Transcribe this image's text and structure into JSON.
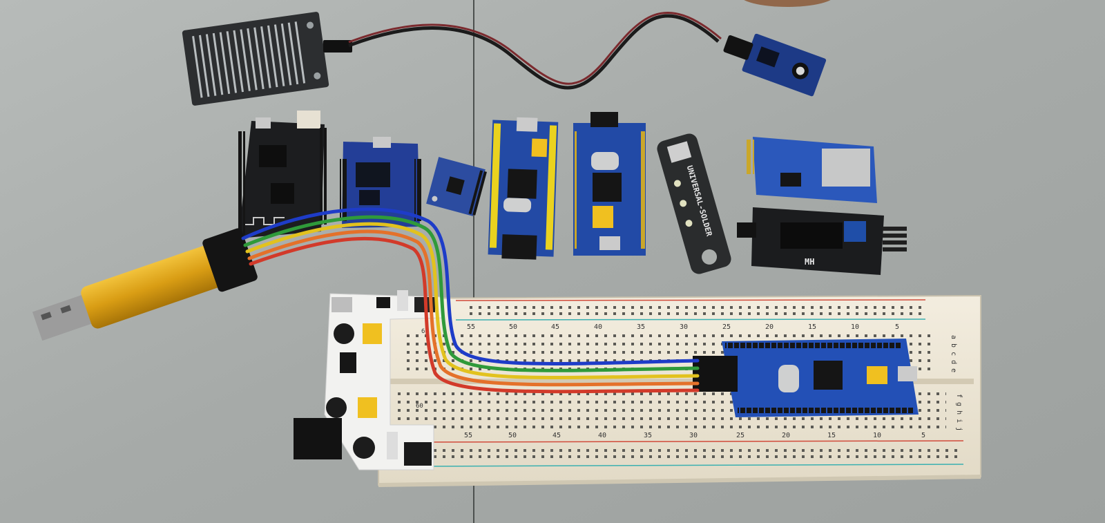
{
  "labels": {
    "universal_solder": "UNIVERSAL-SOLDER",
    "lcd_backpack": "MH",
    "bb_top_numbers": [
      "55",
      "50",
      "45",
      "40",
      "35",
      "30",
      "25",
      "20",
      "15",
      "10",
      "5"
    ],
    "bb_bottom_numbers": [
      "55",
      "50",
      "45",
      "40",
      "35",
      "30",
      "25",
      "20",
      "15",
      "10",
      "5"
    ],
    "bb_rows_top": "a b c d e",
    "bb_rows_bottom": "f g h i j",
    "psu_label_top": "60",
    "psu_label_bottom": "60"
  },
  "colors": {
    "table": "#a9adab",
    "breadboard": "#ebe4d3",
    "blue_pcb": "#2a4fa8",
    "dark_pcb": "#1e2022",
    "usb_gold": "#d9a116",
    "wire_blue": "#1e3cc8",
    "wire_green": "#2f9a3a",
    "wire_yellow": "#e2c21e",
    "wire_orange": "#e4712a",
    "wire_red": "#d23a2a"
  }
}
